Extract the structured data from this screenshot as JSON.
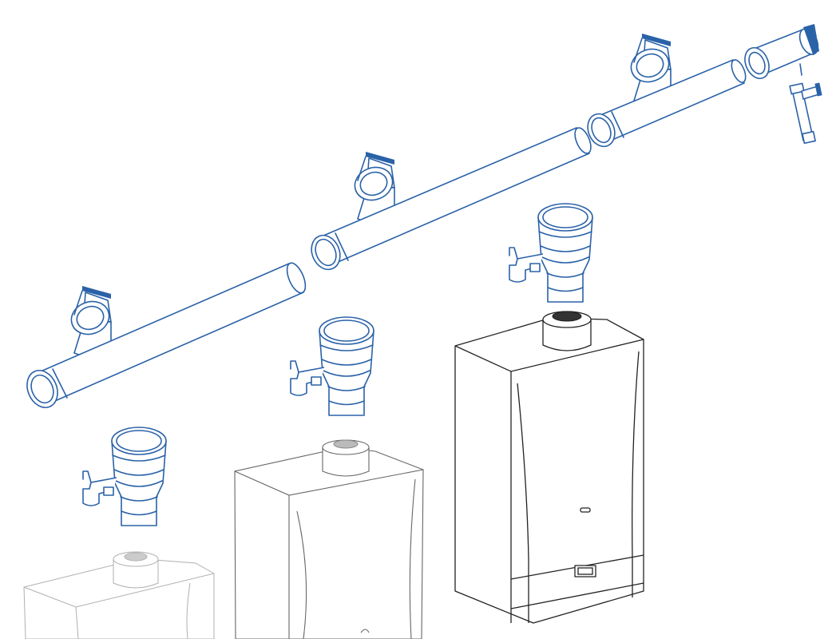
{
  "colors": {
    "pipe_stroke": "#2a62a8",
    "boiler_front": "#222222",
    "boiler_middle": "#666666",
    "boiler_back": "#b0b0b0",
    "background": "#ffffff"
  },
  "components": [
    {
      "name": "collector-pipe-segment",
      "count": 3
    },
    {
      "name": "pipe-tee-connector",
      "count": 3
    },
    {
      "name": "end-cap-with-condensate-trap",
      "count": 1
    },
    {
      "name": "boiler-flue-adapter",
      "count": 3
    },
    {
      "name": "wall-hung-boiler",
      "count": 3
    }
  ]
}
